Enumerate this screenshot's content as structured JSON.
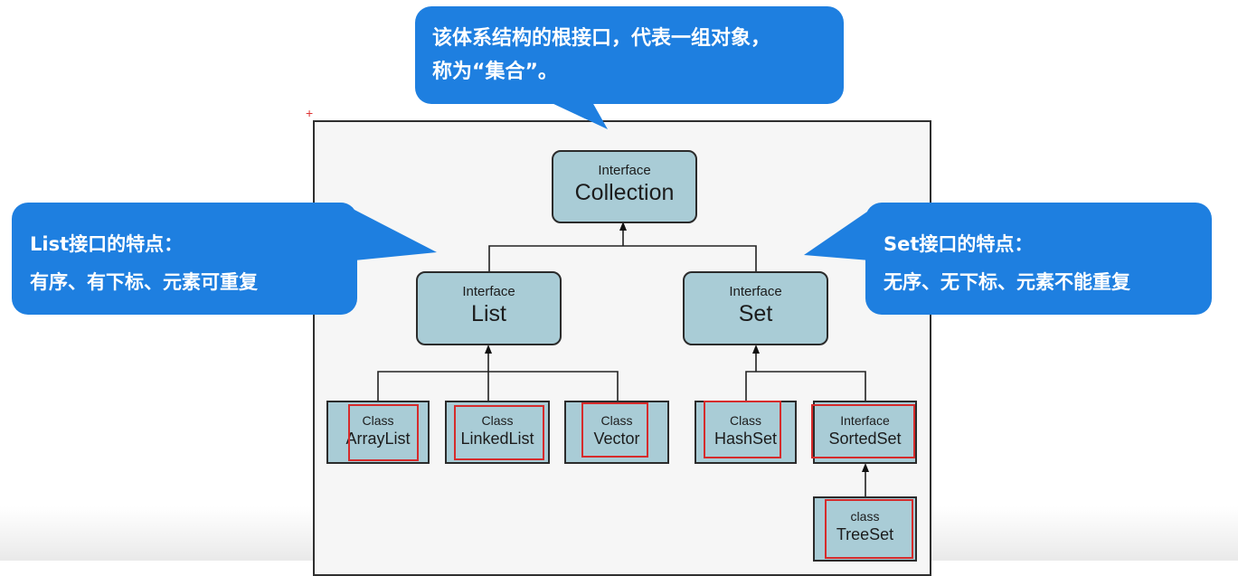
{
  "colors": {
    "callout": "#1e7fe0",
    "node_fill": "#a9ccd6",
    "highlight": "#d62b2b"
  },
  "diagram": {
    "corner_mark": "+",
    "nodes": {
      "collection": {
        "kind": "Interface",
        "name": "Collection"
      },
      "list": {
        "kind": "Interface",
        "name": "List"
      },
      "set": {
        "kind": "Interface",
        "name": "Set"
      },
      "arraylist": {
        "kind": "Class",
        "name": "ArrayList"
      },
      "linkedlist": {
        "kind": "Class",
        "name": "LinkedList"
      },
      "vector": {
        "kind": "Class",
        "name": "Vector"
      },
      "hashset": {
        "kind": "Class",
        "name": "HashSet"
      },
      "sortedset": {
        "kind": "Interface",
        "name": "SortedSet"
      },
      "treeset": {
        "kind": "class",
        "name": "TreeSet"
      }
    }
  },
  "callouts": {
    "collection": {
      "line1": "该体系结构的根接口，代表一组对象，",
      "line2": "称为“集合”。"
    },
    "list": {
      "line1": "List接口的特点：",
      "line2": "有序、有下标、元素可重复"
    },
    "set": {
      "line1": "Set接口的特点：",
      "line2": "无序、无下标、元素不能重复"
    }
  }
}
